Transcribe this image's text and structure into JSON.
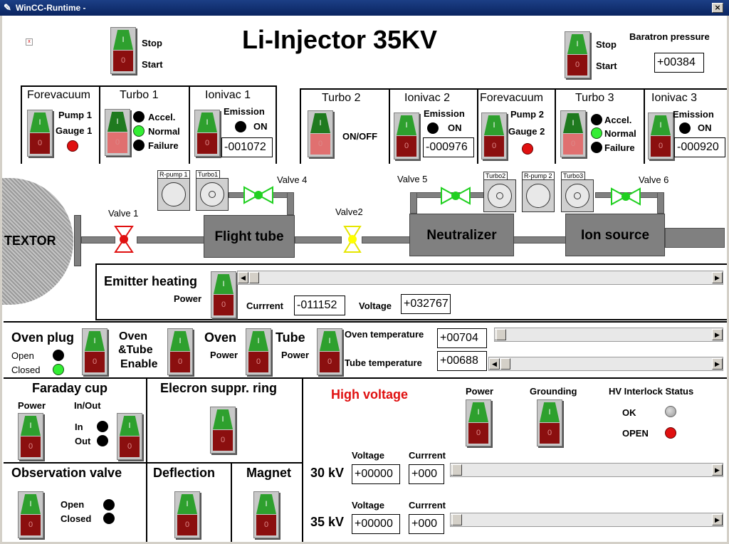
{
  "window": {
    "title": "WinCC-Runtime -",
    "close": "×"
  },
  "header": {
    "title": "Li-Injector 35KV",
    "stop": "Stop",
    "start": "Start",
    "stop2": "Stop",
    "start2": "Start",
    "baratron_label": "Baratron pressure",
    "baratron_value": "+00384"
  },
  "panel_top_left": {
    "forevacuum": "Forevacuum",
    "pump1": "Pump 1",
    "gauge1": "Gauge 1",
    "turbo1": "Turbo 1",
    "accel": "Accel.",
    "normal": "Normal",
    "failure": "Failure",
    "ionivac1": "Ionivac 1",
    "emission": "Emission",
    "on": "ON",
    "ionivac1_value": "-001072"
  },
  "panel_top_right": {
    "turbo2": "Turbo 2",
    "onoff": "ON/OFF",
    "ionivac2": "Ionivac 2",
    "emission": "Emission",
    "on": "ON",
    "ionivac2_value": "-000976",
    "forevacuum": "Forevacuum",
    "pump2": "Pump 2",
    "gauge2": "Gauge 2",
    "turbo3": "Turbo 3",
    "accel": "Accel.",
    "normal": "Normal",
    "failure": "Failure",
    "ionivac3": "Ionivac 3",
    "emission3": "Emission",
    "on3": "ON",
    "ionivac3_value": "-000920"
  },
  "schematic": {
    "textor": "TEXTOR",
    "valve1": "Valve 1",
    "valve2": "Valve2",
    "valve4": "Valve 4",
    "valve5": "Valve 5",
    "valve6": "Valve 6",
    "flight_tube": "Flight tube",
    "neutralizer": "Neutralizer",
    "ion_source": "Ion source",
    "rpump1": "R-pump 1",
    "turbo1": "Turbo1",
    "turbo2": "Turbo2",
    "rpump2": "R-pump 2",
    "turbo3": "Turbo3"
  },
  "emitter": {
    "title": "Emitter heating",
    "power": "Power",
    "current_label": "Currrent",
    "current_value": "-011152",
    "voltage_label": "Voltage",
    "voltage_value": "+032767"
  },
  "oven": {
    "oven_plug": "Oven plug",
    "open": "Open",
    "closed": "Closed",
    "oven_tube": "Oven",
    "oven_tube2": "&Tube",
    "enable": "Enable",
    "oven": "Oven",
    "power": "Power",
    "tube": "Tube",
    "tube_power": "Power",
    "oven_temp_label": "Oven temperature",
    "oven_temp_value": "+00704",
    "tube_temp_label": "Tube temperature",
    "tube_temp_value": "+00688"
  },
  "faraday": {
    "title": "Faraday cup",
    "power": "Power",
    "inout": "In/Out",
    "in": "In",
    "out": "Out"
  },
  "electron": {
    "title": "Elecron suppr. ring"
  },
  "observation": {
    "title": "Observation valve",
    "open": "Open",
    "closed": "Closed"
  },
  "deflection": {
    "title": "Deflection"
  },
  "magnet": {
    "title": "Magnet"
  },
  "hv": {
    "title": "High voltage",
    "power": "Power",
    "grounding": "Grounding",
    "interlock": "HV Interlock Status",
    "ok": "OK",
    "open": "OPEN",
    "kv30": "30 kV",
    "kv35": "35 kV",
    "voltage": "Voltage",
    "current": "Currrent",
    "v30": "+00000",
    "c30": "+000",
    "v35": "+00000",
    "c35": "+000"
  },
  "colors": {
    "accent_red": "#e01010",
    "switch_green": "#2ea02e",
    "switch_red": "#8b0f0f"
  }
}
